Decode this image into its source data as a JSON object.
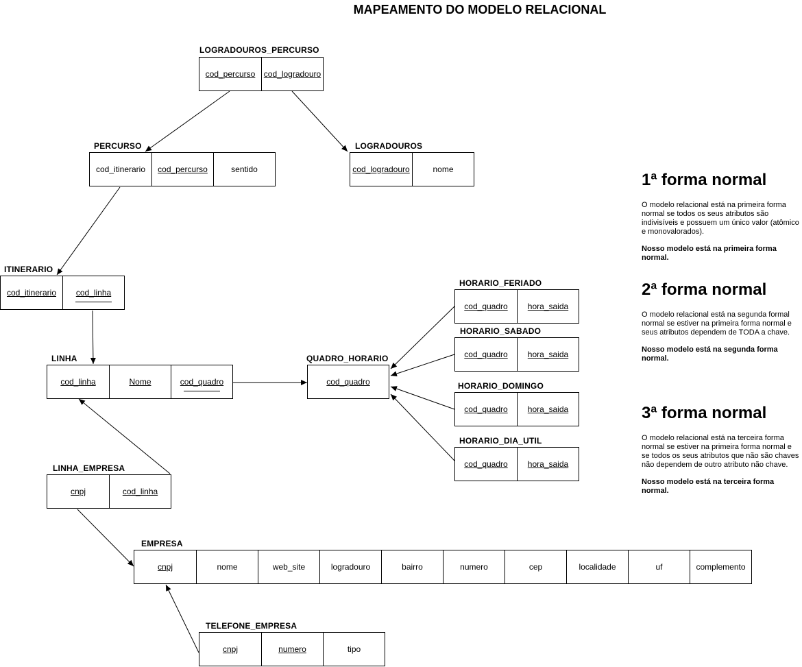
{
  "title": "MAPEAMENTO DO MODELO RELACIONAL",
  "tables": {
    "logradouros_percurso": {
      "name": "LOGRADOUROS_PERCURSO",
      "cols": [
        "cod_percurso",
        "cod_logradouro"
      ]
    },
    "percurso": {
      "name": "PERCURSO",
      "cols": [
        "cod_itinerario",
        "cod_percurso",
        "sentido"
      ]
    },
    "logradouros": {
      "name": "LOGRADOUROS",
      "cols": [
        "cod_logradouro",
        "nome"
      ]
    },
    "itinerario": {
      "name": "ITINERARIO",
      "cols": [
        "cod_itinerario",
        "cod_linha"
      ]
    },
    "linha": {
      "name": "LINHA",
      "cols": [
        "cod_linha",
        "Nome",
        "cod_quadro"
      ]
    },
    "quadro_horario": {
      "name": "QUADRO_HORARIO",
      "cols": [
        "cod_quadro"
      ]
    },
    "horario_feriado": {
      "name": "HORARIO_FERIADO",
      "cols": [
        "cod_quadro",
        "hora_saida"
      ]
    },
    "horario_sabado": {
      "name": "HORARIO_SABADO",
      "cols": [
        "cod_quadro",
        "hora_saida"
      ]
    },
    "horario_domingo": {
      "name": "HORARIO_DOMINGO",
      "cols": [
        "cod_quadro",
        "hora_saida"
      ]
    },
    "horario_dia_util": {
      "name": "HORARIO_DIA_UTIL",
      "cols": [
        "cod_quadro",
        "hora_saida"
      ]
    },
    "linha_empresa": {
      "name": "LINHA_EMPRESA",
      "cols": [
        "cnpj",
        "cod_linha"
      ]
    },
    "empresa": {
      "name": "EMPRESA",
      "cols": [
        "cnpj",
        "nome",
        "web_site",
        "logradouro",
        "bairro",
        "numero",
        "cep",
        "localidade",
        "uf",
        "complemento"
      ]
    },
    "telefone_empresa": {
      "name": "TELEFONE_EMPRESA",
      "cols": [
        "cnpj",
        "numero",
        "tipo"
      ]
    }
  },
  "notes": {
    "first": {
      "heading": "1ª forma normal",
      "text": "O modelo relacional está na primeira forma normal se todos os seus atributos são indivisíveis e possuem um único valor (atômico e monovalorados).",
      "conclusion": "Nosso modelo está na primeira forma normal."
    },
    "second": {
      "heading": "2ª forma normal",
      "text": "O modelo relacional está na segunda formal normal se estiver na primeira forma normal e seus atributos dependem de TODA a chave.",
      "conclusion": "Nosso modelo está na segunda forma normal."
    },
    "third": {
      "heading": "3ª forma normal",
      "text": "O modelo relacional está na terceira forma normal se estiver na primeira forma normal e se todos os seus atributos que não são chaves não dependem de outro atributo não chave.",
      "conclusion": "Nosso modelo está na terceira forma normal."
    }
  }
}
